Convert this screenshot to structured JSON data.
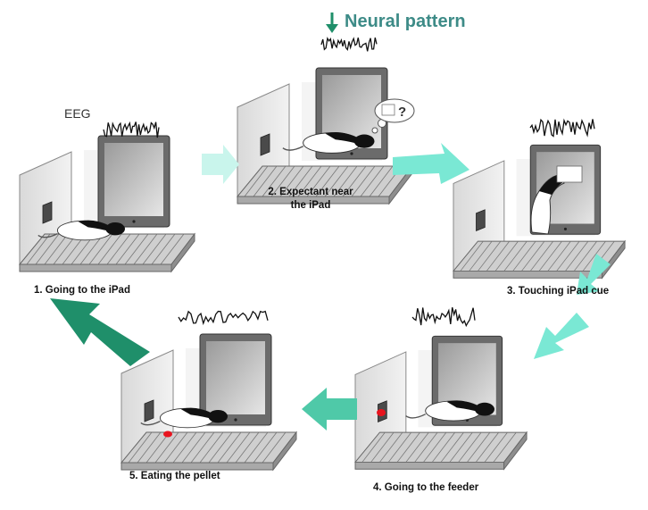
{
  "title": {
    "text": "Neural pattern",
    "color": "#3d8b87"
  },
  "eeg_label": "EEG",
  "thought_bubble": "?",
  "colors": {
    "arrow_dark": "#1f8f6a",
    "arrow_light": "#7ae8d4",
    "arrow_mid": "#4fc9a8",
    "pellet": "#e8141e"
  },
  "steps": [
    {
      "label_lines": [
        "1. Going to the iPad"
      ]
    },
    {
      "label_lines": [
        "2. Expectant near",
        "the iPad"
      ]
    },
    {
      "label_lines": [
        "3. Touching iPad cue"
      ]
    },
    {
      "label_lines": [
        "4. Going to the feeder"
      ]
    },
    {
      "label_lines": [
        "5. Eating the pellet"
      ]
    }
  ]
}
